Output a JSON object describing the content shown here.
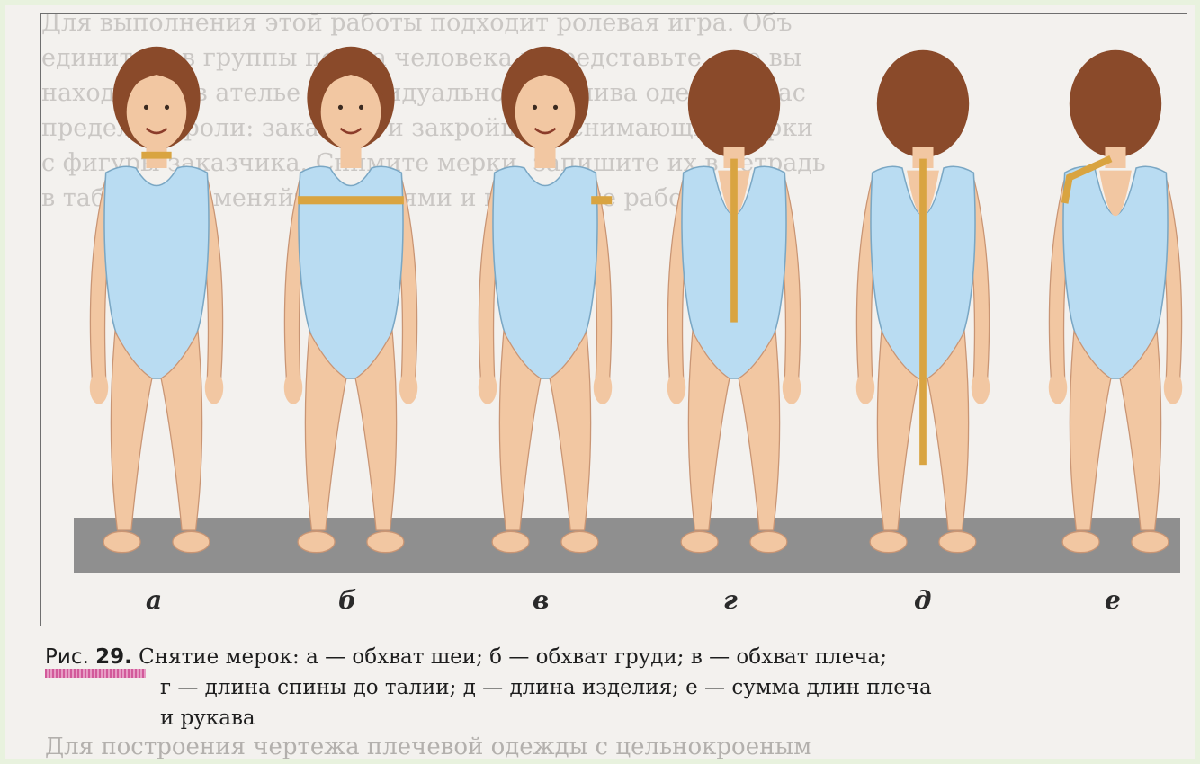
{
  "figure": {
    "letters": [
      "а",
      "б",
      "в",
      "г",
      "д",
      "е"
    ],
    "caption_label": "Рис.",
    "caption_number": "29.",
    "caption_line1": "Снятие мерок: а — обхват шеи; б — обхват груди; в — обхват плеча;",
    "caption_line2": "г — длина спины до талии; д — длина изделия; е — сумма длин плеча",
    "caption_line3": "и рукава"
  },
  "colors": {
    "skin": "#f2c7a2",
    "hair": "#8a4a2a",
    "swimsuit": "#b9dcf2",
    "tape": "#d9a441",
    "floor": "#8f8f8f"
  }
}
